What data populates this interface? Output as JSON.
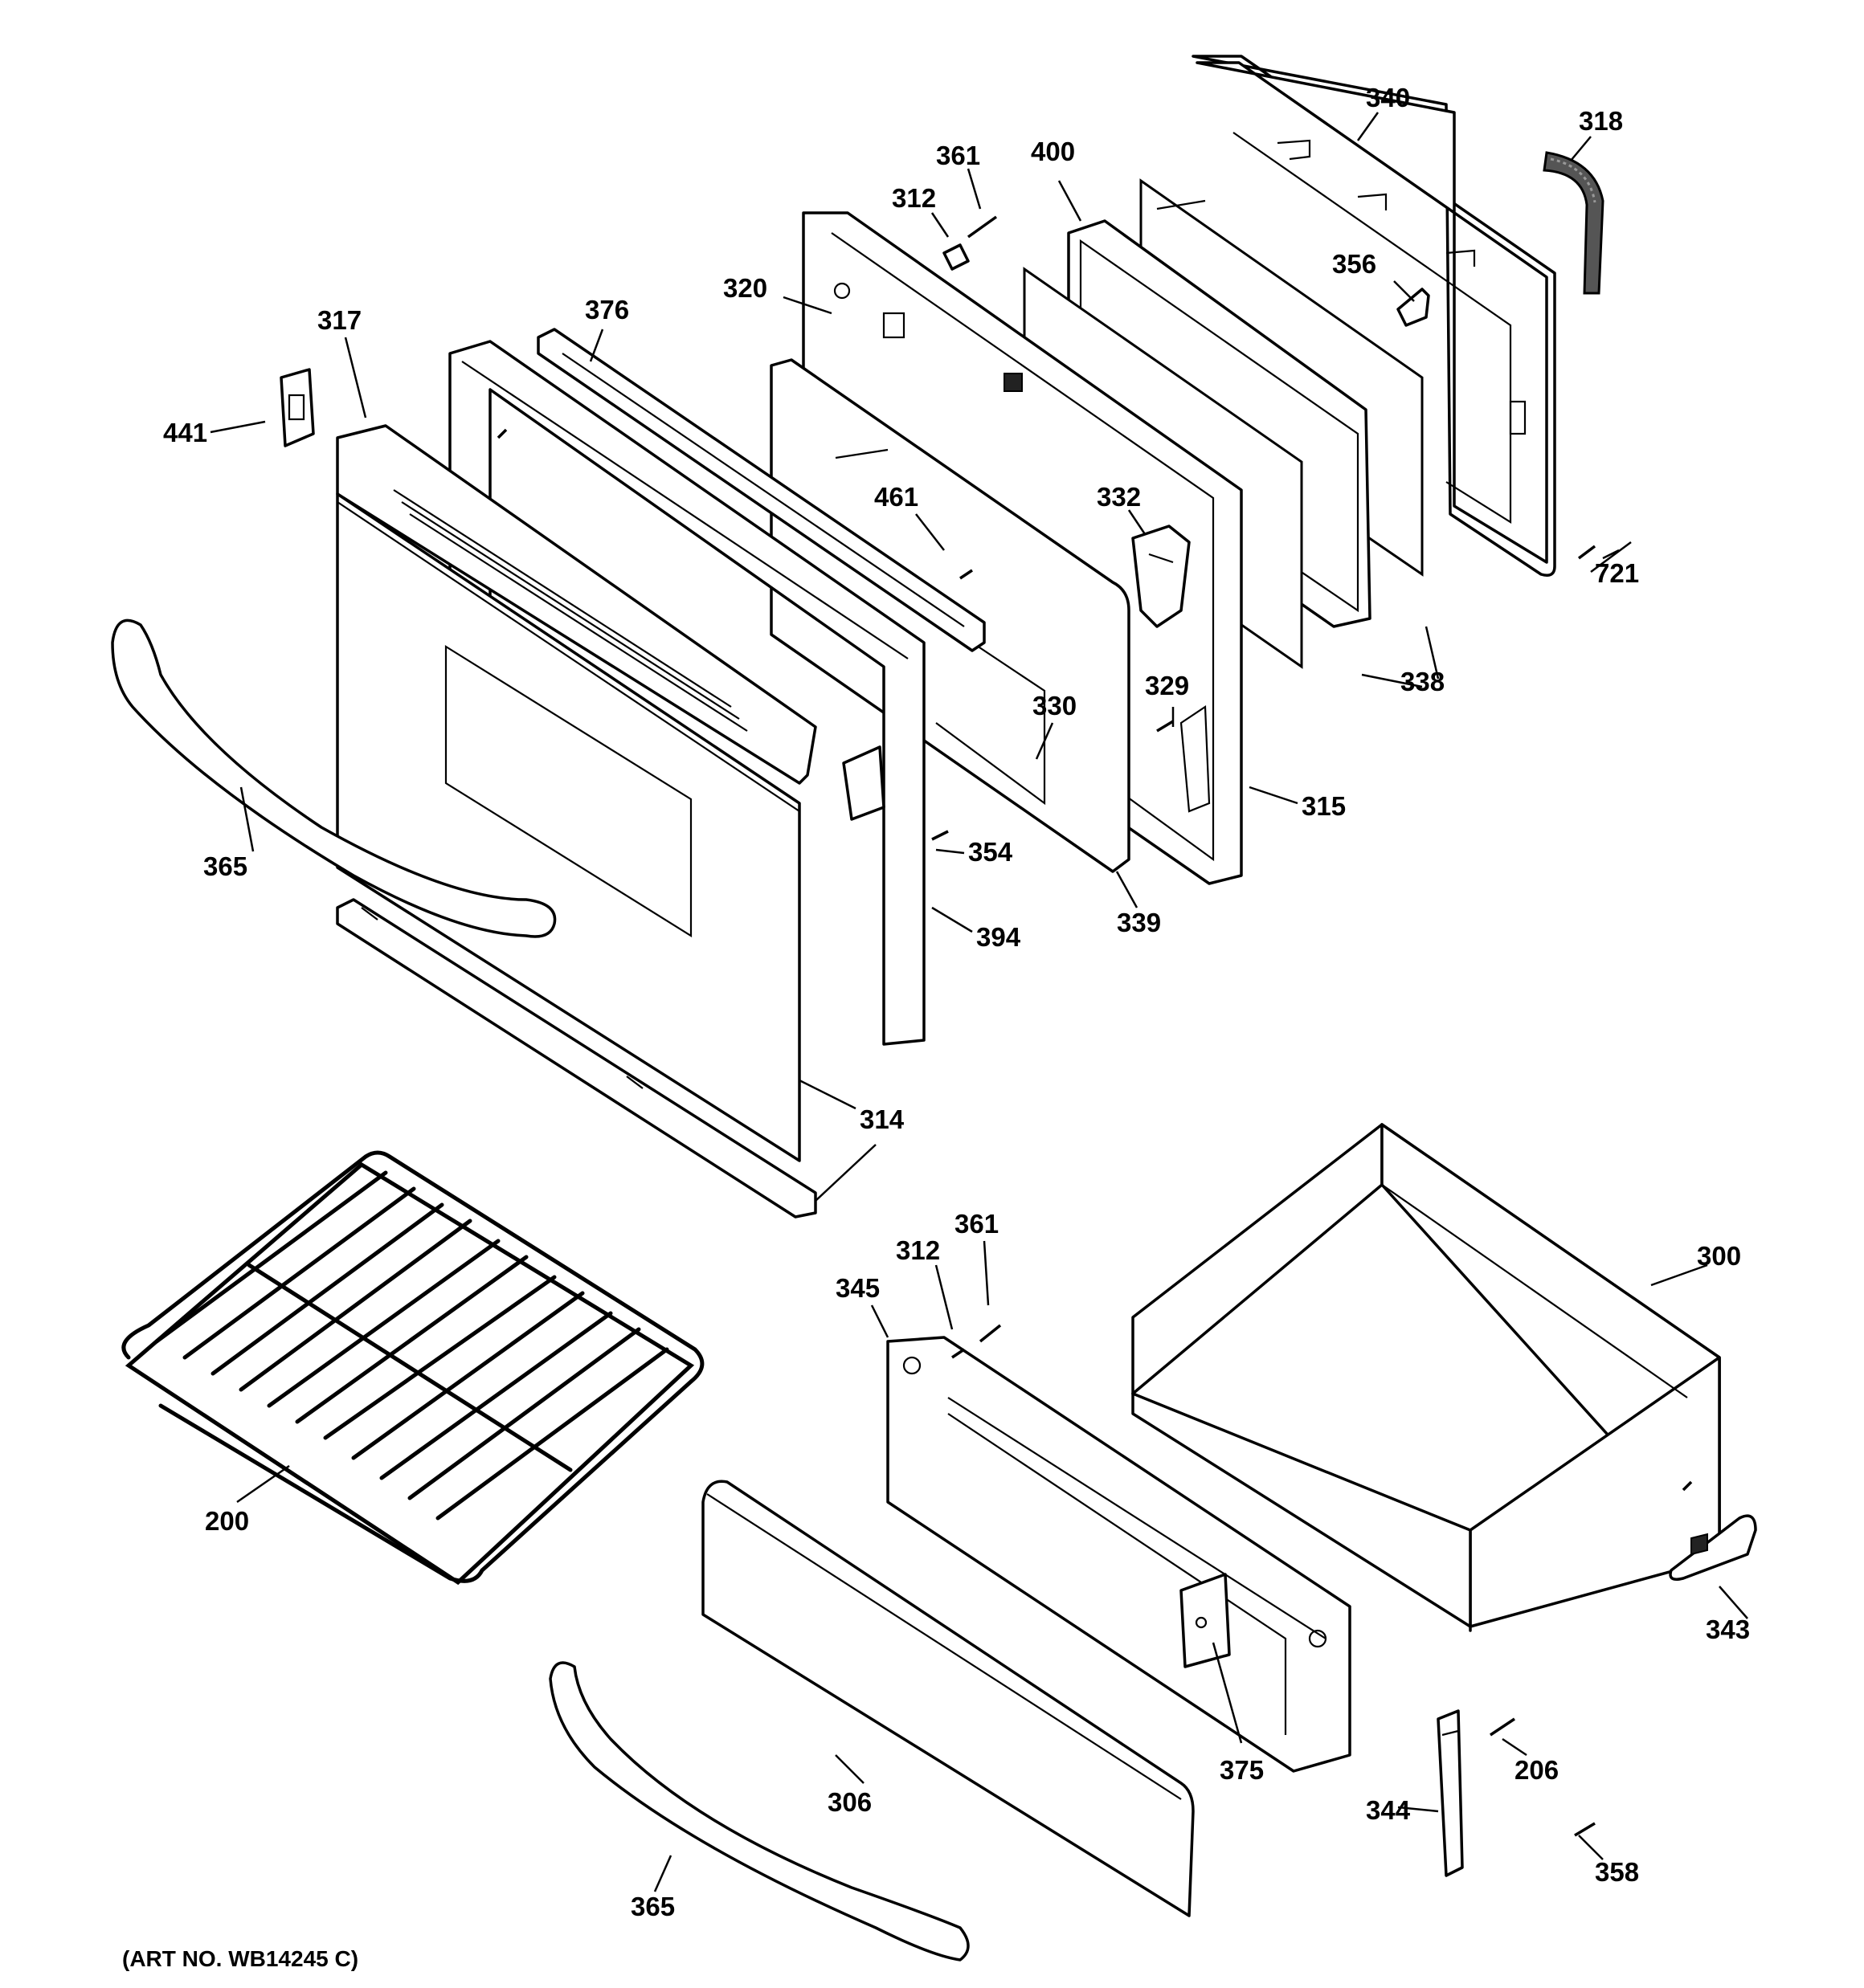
{
  "art_number": "(ART NO. WB14245 C)",
  "callouts": [
    {
      "id": "c340",
      "text": "340"
    },
    {
      "id": "c318",
      "text": "318"
    },
    {
      "id": "c361a",
      "text": "361"
    },
    {
      "id": "c400",
      "text": "400"
    },
    {
      "id": "c312a",
      "text": "312"
    },
    {
      "id": "c356",
      "text": "356"
    },
    {
      "id": "c320",
      "text": "320"
    },
    {
      "id": "c376",
      "text": "376"
    },
    {
      "id": "c317",
      "text": "317"
    },
    {
      "id": "c441",
      "text": "441"
    },
    {
      "id": "c461",
      "text": "461"
    },
    {
      "id": "c332",
      "text": "332"
    },
    {
      "id": "c721",
      "text": "721"
    },
    {
      "id": "c338",
      "text": "338"
    },
    {
      "id": "c329",
      "text": "329"
    },
    {
      "id": "c330",
      "text": "330"
    },
    {
      "id": "c315",
      "text": "315"
    },
    {
      "id": "c365a",
      "text": "365"
    },
    {
      "id": "c354",
      "text": "354"
    },
    {
      "id": "c339",
      "text": "339"
    },
    {
      "id": "c394",
      "text": "394"
    },
    {
      "id": "c314",
      "text": "314"
    },
    {
      "id": "c361b",
      "text": "361"
    },
    {
      "id": "c300",
      "text": "300"
    },
    {
      "id": "c312b",
      "text": "312"
    },
    {
      "id": "c345",
      "text": "345"
    },
    {
      "id": "c200",
      "text": "200"
    },
    {
      "id": "c343",
      "text": "343"
    },
    {
      "id": "c375",
      "text": "375"
    },
    {
      "id": "c206",
      "text": "206"
    },
    {
      "id": "c306",
      "text": "306"
    },
    {
      "id": "c344",
      "text": "344"
    },
    {
      "id": "c358",
      "text": "358"
    },
    {
      "id": "c365b",
      "text": "365"
    }
  ]
}
